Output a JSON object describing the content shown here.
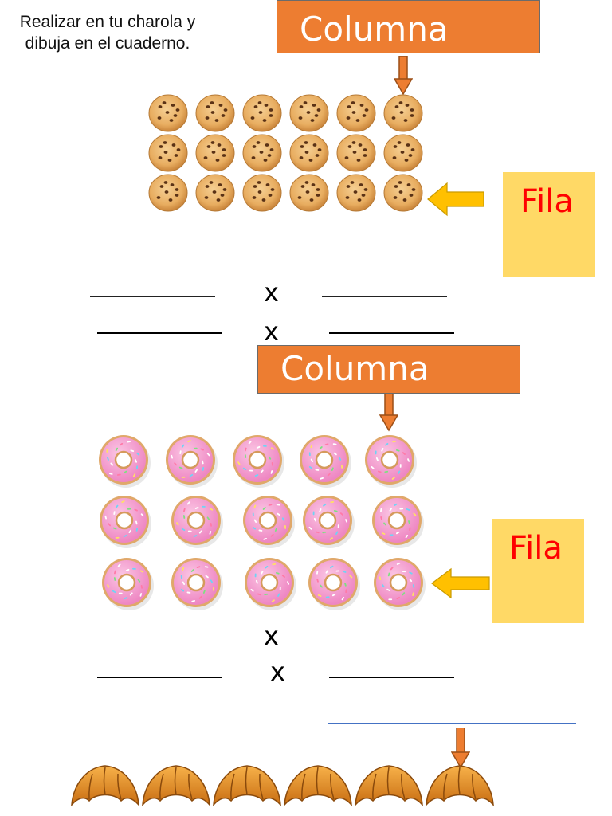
{
  "instructions": "Realizar en tu charola y dibuja en el cuaderno.",
  "section1": {
    "column_label": "Columna",
    "row_label": "Fila",
    "item_icon": "cookie-icon",
    "rows": 3,
    "columns": 6,
    "times_1": "x",
    "times_2": "x"
  },
  "section2": {
    "column_label": "Columna",
    "row_label": "Fila",
    "item_icon": "donut-icon",
    "rows": 3,
    "columns": 5,
    "times_1": "x",
    "times_2": "x"
  },
  "section3": {
    "item_icon": "croissant-icon",
    "columns": 6
  },
  "colors": {
    "column_box": "#ed7d31",
    "row_box": "#ffd966",
    "row_text": "#ff0000",
    "arrow_down": "#ed7d31",
    "arrow_left": "#ffc000"
  }
}
